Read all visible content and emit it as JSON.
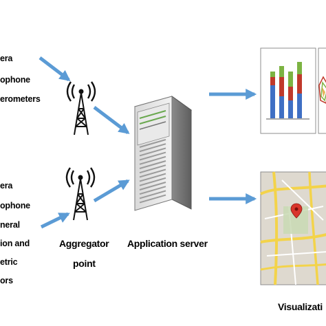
{
  "sensor_group_1": [
    "era",
    "ophone",
    "erometers"
  ],
  "sensor_group_2": [
    "era",
    "ophone",
    "neral",
    "ion and",
    "etric",
    "ors"
  ],
  "captions": {
    "aggregator": [
      "Aggregator",
      "point"
    ],
    "server": "Application server",
    "visualization": "Visualizati"
  },
  "map_pin_label": "",
  "colors": {
    "arrow": "#5b9bd5",
    "bar_red": "#c0392b",
    "bar_green": "#7cb342",
    "bar_blue": "#3f6fc4"
  }
}
